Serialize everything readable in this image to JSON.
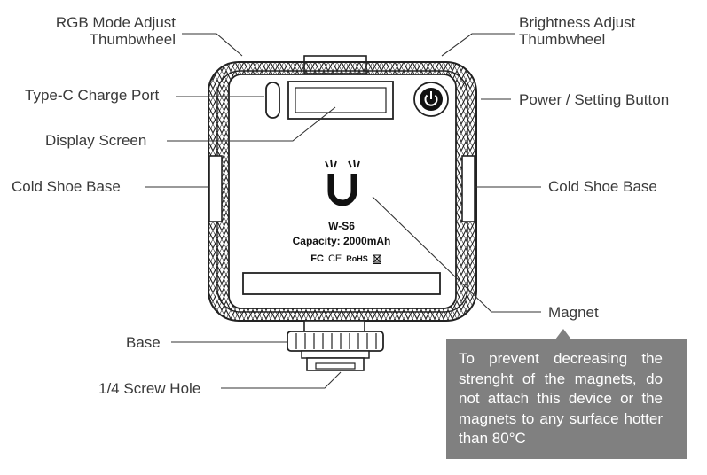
{
  "labels": {
    "rgb_thumbwheel": [
      "RGB Mode Adjust",
      "Thumbwheel"
    ],
    "brightness_thumbwheel": [
      "Brightness Adjust",
      "Thumbwheel"
    ],
    "type_c_port": "Type-C Charge Port",
    "power_button": "Power / Setting Button",
    "display_screen": "Display Screen",
    "cold_shoe_left": "Cold Shoe Base",
    "cold_shoe_right": "Cold Shoe Base",
    "magnet": "Magnet",
    "base": "Base",
    "screw_hole": "1/4 Screw Hole"
  },
  "device": {
    "model": "W-S6",
    "capacity": "Capacity: 2000mAh",
    "certifications": [
      "FC",
      "CE",
      "RoHS",
      "WEEE-bin-icon"
    ]
  },
  "note": {
    "text": "To prevent decreasing the strenght of the magnets, do not attach this device or the magnets to any surface hotter than 80°C"
  },
  "colors": {
    "note_background": "#808080",
    "note_text": "#ffffff",
    "line": "#333333",
    "label_text": "#3a3a3a"
  }
}
